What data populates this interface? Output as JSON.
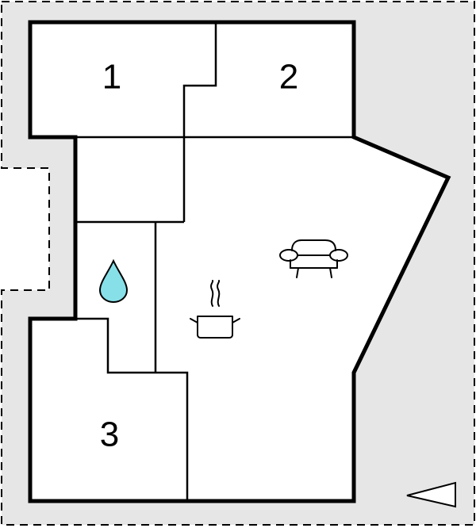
{
  "floorplan": {
    "rooms": [
      {
        "id": "room-1",
        "label": "1"
      },
      {
        "id": "room-2",
        "label": "2"
      },
      {
        "id": "room-3",
        "label": "3"
      }
    ],
    "icons": [
      {
        "name": "water-drop-icon",
        "meaning": "bathroom"
      },
      {
        "name": "cooking-pot-icon",
        "meaning": "kitchen"
      },
      {
        "name": "sofa-icon",
        "meaning": "living room"
      },
      {
        "name": "north-arrow-icon",
        "meaning": "orientation"
      }
    ],
    "colors": {
      "plot_fill": "#e6e6e6",
      "interior_fill": "#ffffff",
      "walls": "#000000",
      "water_drop": "#87e0e8"
    }
  }
}
